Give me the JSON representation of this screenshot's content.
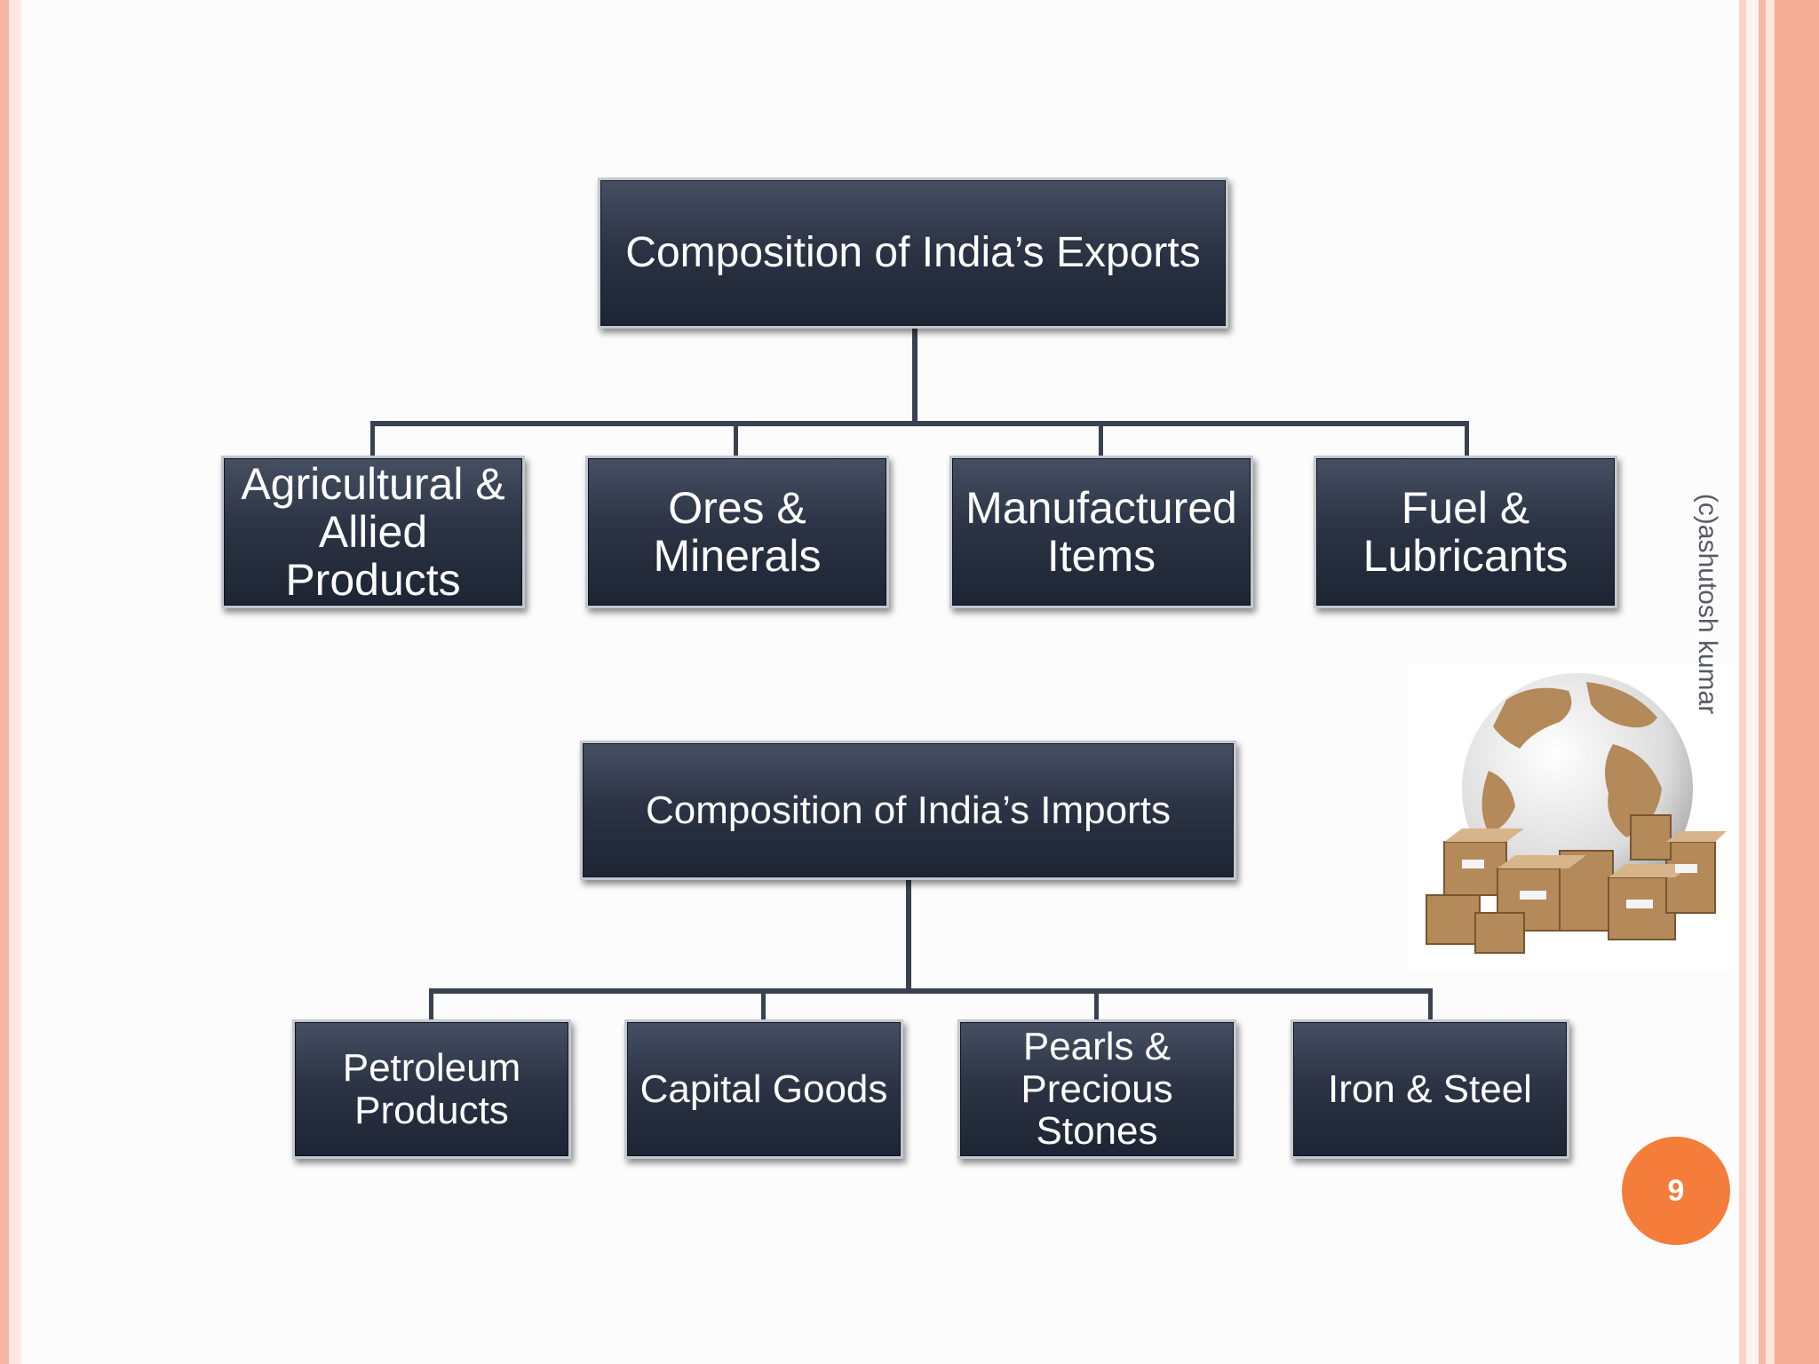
{
  "exports": {
    "title": "Composition of India’s Exports",
    "items": [
      {
        "label": "Agricultural &\nAllied\nProducts"
      },
      {
        "label": "Ores &\nMinerals"
      },
      {
        "label": "Manufactured\nItems"
      },
      {
        "label": "Fuel &\nLubricants"
      }
    ]
  },
  "imports": {
    "title": "Composition of India’s Imports",
    "items": [
      {
        "label": "Petroleum\nProducts"
      },
      {
        "label": "Capital Goods"
      },
      {
        "label": "Pearls &\nPrecious\nStones"
      },
      {
        "label": "Iron & Steel"
      }
    ]
  },
  "credit": "(c)ashutosh kumar",
  "page_number": "9",
  "image": {
    "icon": "globe-with-cardboard-boxes"
  },
  "colors": {
    "box_fill": "#2c3445",
    "box_border": "#c3c7cf",
    "connector": "#3a4150",
    "badge": "#f47d3b",
    "border_accent": "#f4ac95"
  }
}
